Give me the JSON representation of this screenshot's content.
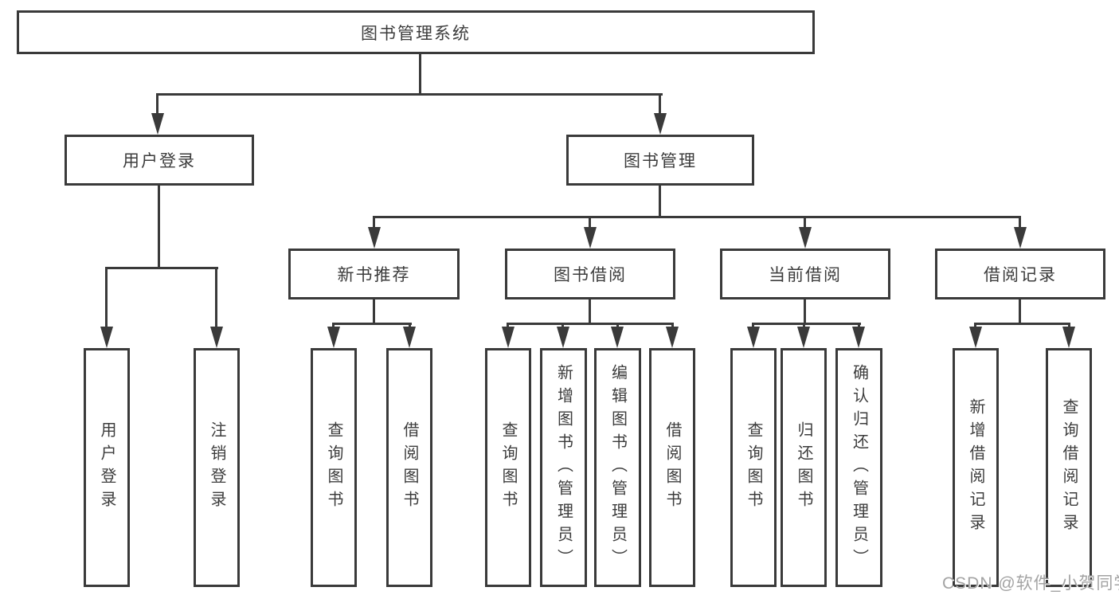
{
  "tree": {
    "root": {
      "label": "图书管理系统",
      "children": [
        {
          "label": "用户登录",
          "children": [
            {
              "label": "用户登录"
            },
            {
              "label": "注销登录"
            }
          ]
        },
        {
          "label": "图书管理",
          "children": [
            {
              "label": "新书推荐",
              "children": [
                {
                  "label": "查询图书"
                },
                {
                  "label": "借阅图书"
                }
              ]
            },
            {
              "label": "图书借阅",
              "children": [
                {
                  "label": "查询图书"
                },
                {
                  "label": "新增图书（管理员）"
                },
                {
                  "label": "编辑图书（管理员）"
                },
                {
                  "label": "借阅图书"
                }
              ]
            },
            {
              "label": "当前借阅",
              "children": [
                {
                  "label": "查询图书"
                },
                {
                  "label": "归还图书"
                },
                {
                  "label": "确认归还（管理员）"
                }
              ]
            },
            {
              "label": "借阅记录",
              "children": [
                {
                  "label": "新增借阅记录"
                },
                {
                  "label": "查询借阅记录"
                }
              ]
            }
          ]
        }
      ]
    }
  },
  "watermark": {
    "text": "CSDN @软件_小贺同学"
  },
  "colors": {
    "line": "#3a3a3a",
    "text": "#3c3c3c",
    "background": "#ffffff",
    "watermark": "#a3a3a3"
  }
}
